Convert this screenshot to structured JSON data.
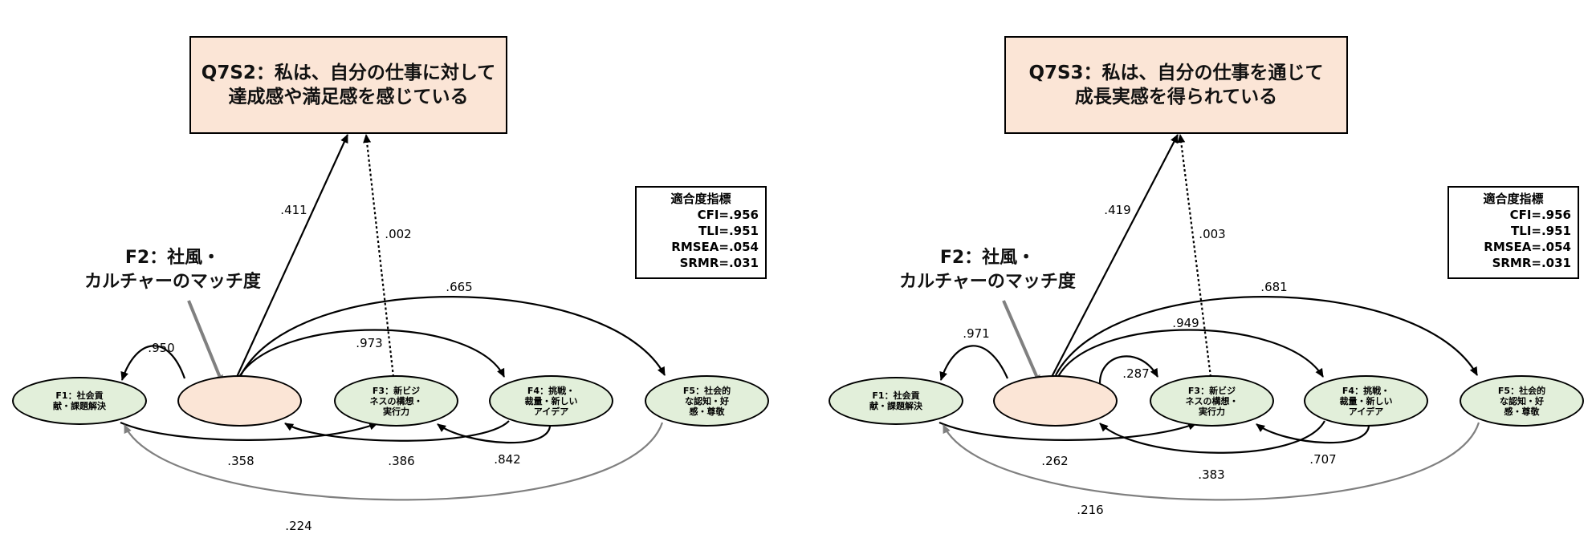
{
  "left_panel": {
    "outcome": "Q7S2：私は、自分の仕事に対して\n達成感や満足感を感じている",
    "fit": {
      "title": "適合度指標",
      "cfi": "CFI=.956",
      "tli": "TLI=.951",
      "rmsea": "RMSEA=.054",
      "srmr": "SRMR=.031"
    },
    "target_label": "F2：社風・\nカルチャーのマッチ度",
    "nodes": {
      "f1": "F1：社会貢\n献・課題解決",
      "f2": "",
      "f3": "F3：新ビジ\nネスの構想・\n実行力",
      "f4": "F4：挑戦・\n裁量・新しい\nアイデア",
      "f5": "F5：社会的\nな認知・好\n感・尊敬"
    },
    "coefficients": {
      "f2_outcome": ".411",
      "f3_outcome": ".002",
      "f2_f5": ".665",
      "f2_f4": ".973",
      "f2_f1": ".950",
      "f1_f3": ".358",
      "f4_f2": ".386",
      "f4_f3": ".842",
      "f5_f1": ".224"
    }
  },
  "right_panel": {
    "outcome": "Q7S3：私は、自分の仕事を通じて\n成長実感を得られている",
    "fit": {
      "title": "適合度指標",
      "cfi": "CFI=.956",
      "tli": "TLI=.951",
      "rmsea": "RMSEA=.054",
      "srmr": "SRMR=.031"
    },
    "target_label": "F2：社風・\nカルチャーのマッチ度",
    "nodes": {
      "f1": "F1：社会貢\n献・課題解決",
      "f2": "",
      "f3": "F3：新ビジ\nネスの構想・\n実行力",
      "f4": "F4：挑戦・\n裁量・新しい\nアイデア",
      "f5": "F5：社会的\nな認知・好\n感・尊敬"
    },
    "coefficients": {
      "f2_outcome": ".419",
      "f3_outcome": ".003",
      "f2_f5": ".681",
      "f2_f4": ".949",
      "f2_f1": ".971",
      "f2_f3": ".287",
      "f1_f3": ".262",
      "f4_f2": ".383",
      "f4_f3": ".707",
      "f5_f1": ".216"
    }
  },
  "colors": {
    "factor_fill": "#e2efda",
    "target_fill": "#fbe5d6",
    "gray_arrow": "#808080"
  }
}
